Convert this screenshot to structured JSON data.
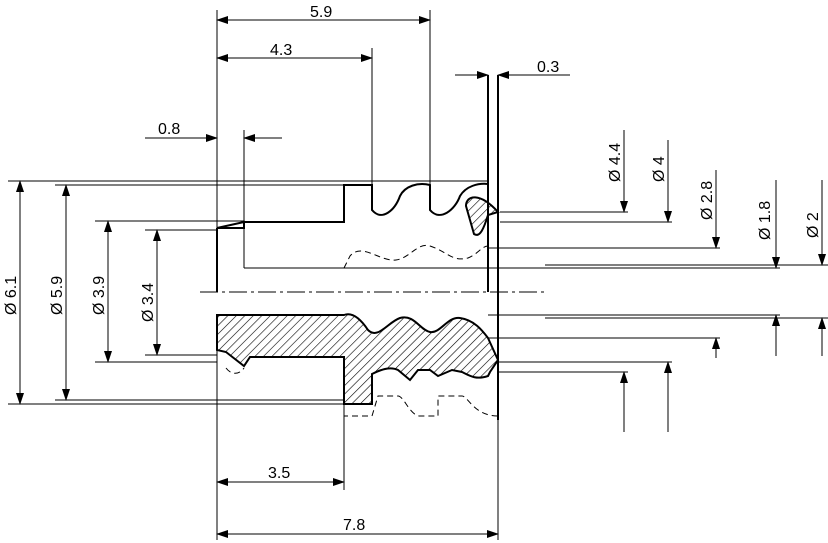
{
  "drawing": {
    "dimensions": {
      "len_5_9": "5.9",
      "len_4_3": "4.3",
      "len_0_3": "0.3",
      "len_0_8": "0.8",
      "len_3_5": "3.5",
      "len_7_8": "7.8",
      "dia_6_1": "Ø 6.1",
      "dia_5_9": "Ø 5.9",
      "dia_3_9": "Ø 3.9",
      "dia_3_4": "Ø 3.4",
      "dia_4_4": "Ø 4.4",
      "dia_4": "Ø 4",
      "dia_2_8": "Ø 2.8",
      "dia_1_8": "Ø 1.8",
      "dia_2": "Ø 2"
    }
  }
}
